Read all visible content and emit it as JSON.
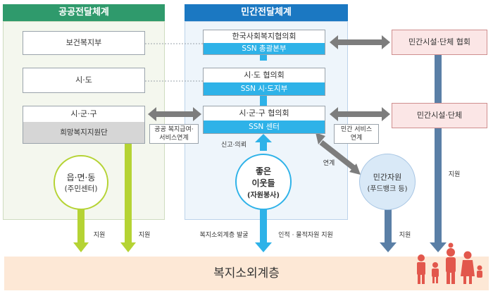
{
  "headers": {
    "public": "공공전달체계",
    "private": "민간전달체계"
  },
  "public": {
    "ministry": "보건복지부",
    "province": "시·도",
    "city": "시·군·구",
    "hope_center": "희망복지지원단",
    "town_line1": "읍·면·동",
    "town_line2": "(주민센터)"
  },
  "private": {
    "council_top": "한국사회복지협의회",
    "council_top_sub": "SSN 총괄본부",
    "council_mid": "시·도 협의회",
    "council_mid_sub": "SSN 시·도지부",
    "council_low": "시·군·구 협의회",
    "council_low_sub": "SSN 센터",
    "neighbors_line1": "좋은",
    "neighbors_line2": "이웃들",
    "neighbors_line3": "(자원봉사)"
  },
  "right": {
    "assoc": "민간시설·단체 협회",
    "facility": "민간시설·단체",
    "resource_line1": "민간자원",
    "resource_line2": "(푸드뱅크 등)"
  },
  "notes": {
    "public_link_line1": "공공 복지급여·",
    "public_link_line2": "서비스연계",
    "private_link_line1": "민간 서비스",
    "private_link_line2": "연계"
  },
  "labels": {
    "report": "신고·의뢰",
    "link": "연계",
    "support_a": "지원",
    "support_b": "지원",
    "support_c": "지원",
    "support_d": "지원",
    "discover": "복지소외계층 발굴",
    "resources_support": "인적 · 물적자원 지원"
  },
  "bottom": {
    "title": "복지소외계층"
  },
  "colors": {
    "public_header": "#2f9a6c",
    "private_header": "#1b78c2",
    "lime_arrow": "#b5d334",
    "sky_arrow": "#2eb2e8",
    "steel_arrow": "#5a7fa6",
    "family_icon": "#e2574c"
  }
}
